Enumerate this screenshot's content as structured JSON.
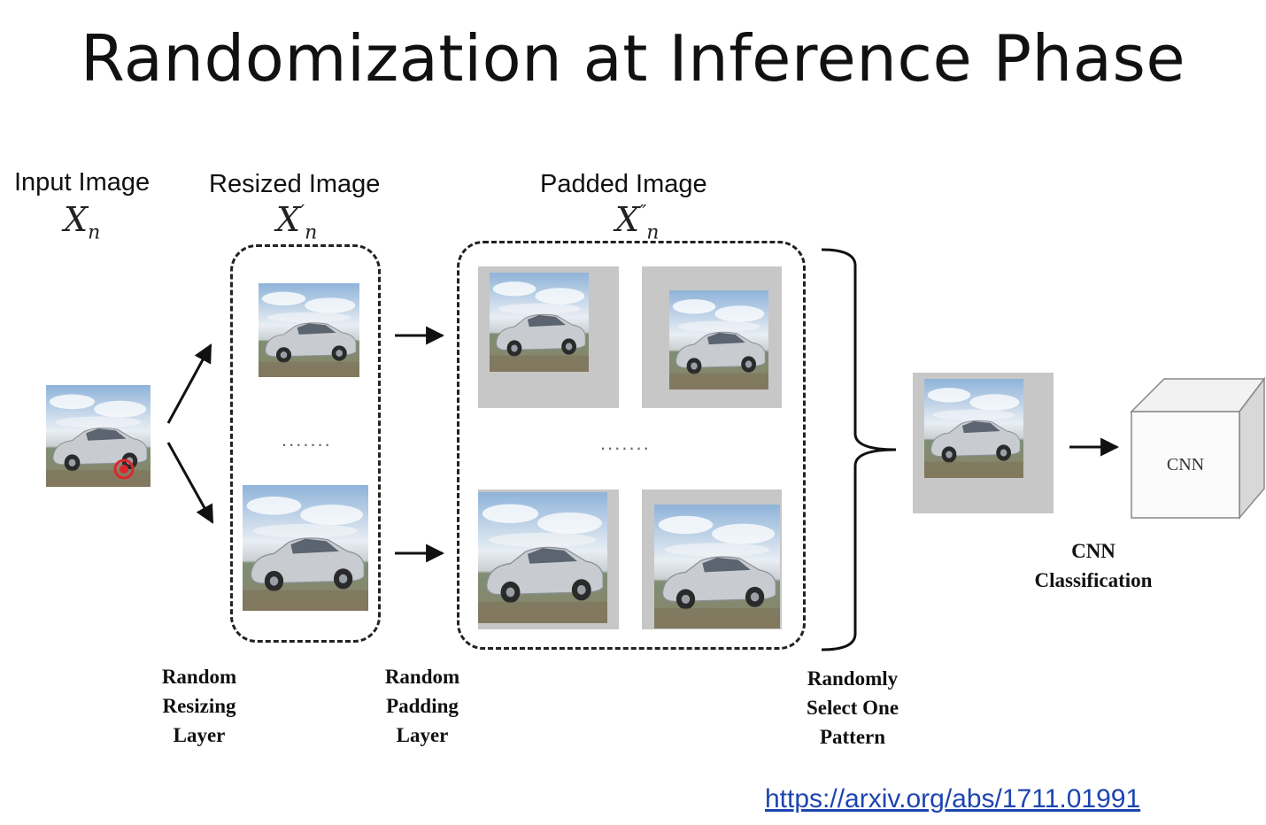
{
  "slide": {
    "title": "Randomization at Inference Phase"
  },
  "stages": {
    "input": {
      "label": "Input Image",
      "var": "X",
      "sub": "n",
      "sup": ""
    },
    "resized": {
      "label": "Resized Image",
      "var": "X",
      "sub": "n",
      "sup": "′"
    },
    "padded": {
      "label": "Padded Image",
      "var": "X",
      "sub": "n",
      "sup": "″"
    }
  },
  "ellipsis": ".......",
  "layers": {
    "resizing": [
      "Random",
      "Resizing",
      "Layer"
    ],
    "padding": [
      "Random",
      "Padding",
      "Layer"
    ],
    "select": [
      "Randomly",
      "Select One",
      "Pattern"
    ],
    "cnn": [
      "CNN",
      "Classification"
    ]
  },
  "cnn_box_label": "CNN",
  "link": "https://arxiv.org/abs/1711.01991",
  "colors": {
    "pad_gray": "#c7c7c7",
    "link_blue": "#1d45b0",
    "cursor_red": "#e0262b"
  },
  "icons": [
    "car-photo",
    "cursor-indicator-icon",
    "arrow-icon",
    "curly-brace-icon",
    "cnn-cube-icon"
  ]
}
